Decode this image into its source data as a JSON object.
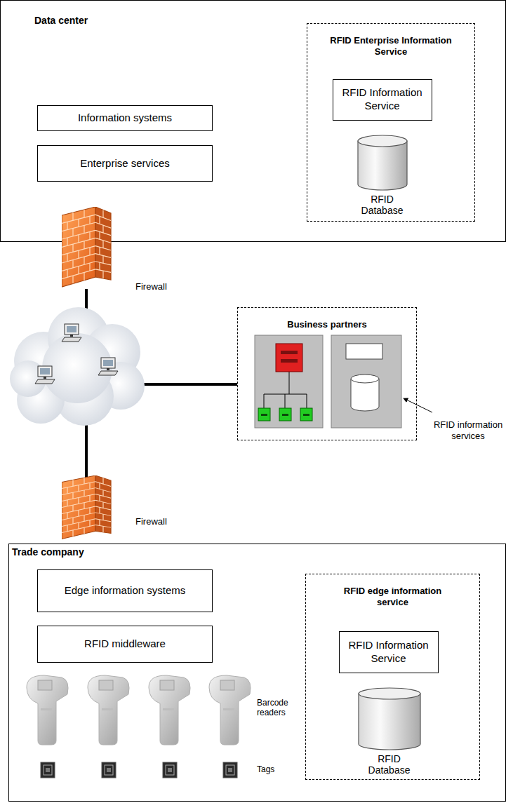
{
  "diagram": {
    "nodes": [
      {
        "text": [
          "Data center"
        ]
      },
      {
        "text": [
          "Information systems"
        ],
        "in": 0
      },
      {
        "text": [
          "Enterprise services"
        ],
        "in": 0
      },
      {
        "text": [
          "RFID Enterprise Information Service"
        ],
        "in": 0
      },
      {
        "text": [
          "RFID Information Service"
        ],
        "in": 3
      },
      {
        "text": [
          "RFID Database"
        ],
        "in": 3
      },
      {
        "text": [
          "Firewall"
        ]
      },
      {
        "text": [
          "Business partners"
        ]
      },
      {
        "text": [
          "Firewall"
        ]
      },
      {
        "text": [
          "Trade company"
        ]
      },
      {
        "text": [
          "Edge information systems"
        ],
        "in": 9
      },
      {
        "text": [
          "RFID middleware"
        ],
        "in": 9
      },
      {
        "text": [
          "RFID edge information service"
        ],
        "in": 9
      },
      {
        "text": [
          "RFID Information Service"
        ],
        "in": 12
      },
      {
        "text": [
          "RFID Database"
        ],
        "in": 12
      }
    ],
    "labels": [
      "RFID information services",
      "Barcode readers",
      "Tags"
    ]
  }
}
